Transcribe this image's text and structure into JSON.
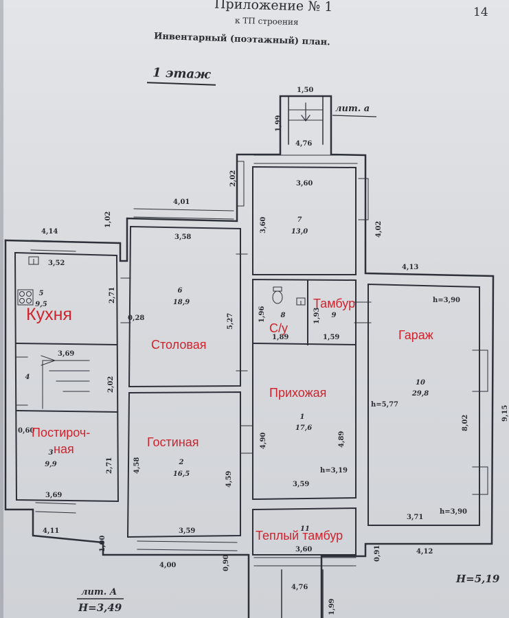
{
  "header": {
    "appendix": "Приложение № 1",
    "subtitle": "к ТП строения",
    "page_number": "14",
    "plan_title": "Инвентарный (поэтажный) план.",
    "floor": "1 этаж",
    "lit_a_small": "лит. а",
    "lit_a_big": "лит. А",
    "h_left": "Н=3,49",
    "h_right": "Н=5,19"
  },
  "rooms": [
    {
      "num": "5",
      "area": "9,5",
      "label": "Кухня"
    },
    {
      "num": "6",
      "area": "18,9",
      "label": "Столовая"
    },
    {
      "num": "7",
      "area": "13,0",
      "label": ""
    },
    {
      "num": "8",
      "area": "",
      "label": "С/у"
    },
    {
      "num": "9",
      "area": "",
      "label": "Тамбур"
    },
    {
      "num": "10",
      "area": "29,8",
      "label": "Гараж"
    },
    {
      "num": "1",
      "area": "17,6",
      "label": "Прихожая"
    },
    {
      "num": "2",
      "area": "16,5",
      "label": "Гостиная"
    },
    {
      "num": "3",
      "area": "9,9",
      "label": "Постироч-ная"
    },
    {
      "num": "4",
      "area": "",
      "label": ""
    },
    {
      "num": "11",
      "area": "",
      "label": "Теплый тамбур"
    }
  ],
  "dimensions": [
    "1,50",
    "1,99",
    "4,76",
    "2,02",
    "3,60",
    "3,60",
    "13,0",
    "4,02",
    "4,01",
    "1,02",
    "3,58",
    "4,14",
    "3,52",
    "2,71",
    "0,28",
    "5,27",
    "1,96",
    "1,93",
    "1,89",
    "1,59",
    "h=3,90",
    "4,13",
    "3,69",
    "2,02",
    "h=5,77",
    "8,02",
    "9,15",
    "0,60",
    "2,71",
    "4,58",
    "4,59",
    "4,90",
    "4,89",
    "3,59",
    "h=3,19",
    "3,69",
    "3,59",
    "3,71",
    "h=3,90",
    "4,11",
    "1,00",
    "4,00",
    "0,90",
    "3,60",
    "0,91",
    "4,12",
    "4,76",
    "1,99"
  ]
}
